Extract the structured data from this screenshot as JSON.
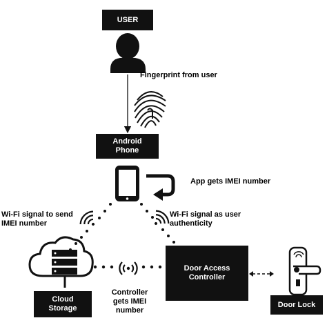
{
  "nodes": {
    "user": "USER",
    "phone": "Android\nPhone",
    "cloud": "Cloud\nStorage",
    "controller": "Door Access\nController",
    "lock": "Door Lock"
  },
  "labels": {
    "fingerprint": "Fingerprint from user",
    "app_imei": "App gets IMEI number",
    "wifi_send": "Wi-Fi signal to send\nIMEI number",
    "wifi_auth": "Wi-Fi signal as user\nauthenticity",
    "controller_imei": "Controller\ngets IMEI\nnumber"
  },
  "colors": {
    "box": "#111111",
    "text_on_box": "#ffffff",
    "line": "#111111"
  },
  "icons": [
    "user-silhouette-icon",
    "fingerprint-icon",
    "smartphone-icon",
    "return-arrow-icon",
    "wifi-icon",
    "cloud-server-icon",
    "door-handle-icon"
  ]
}
